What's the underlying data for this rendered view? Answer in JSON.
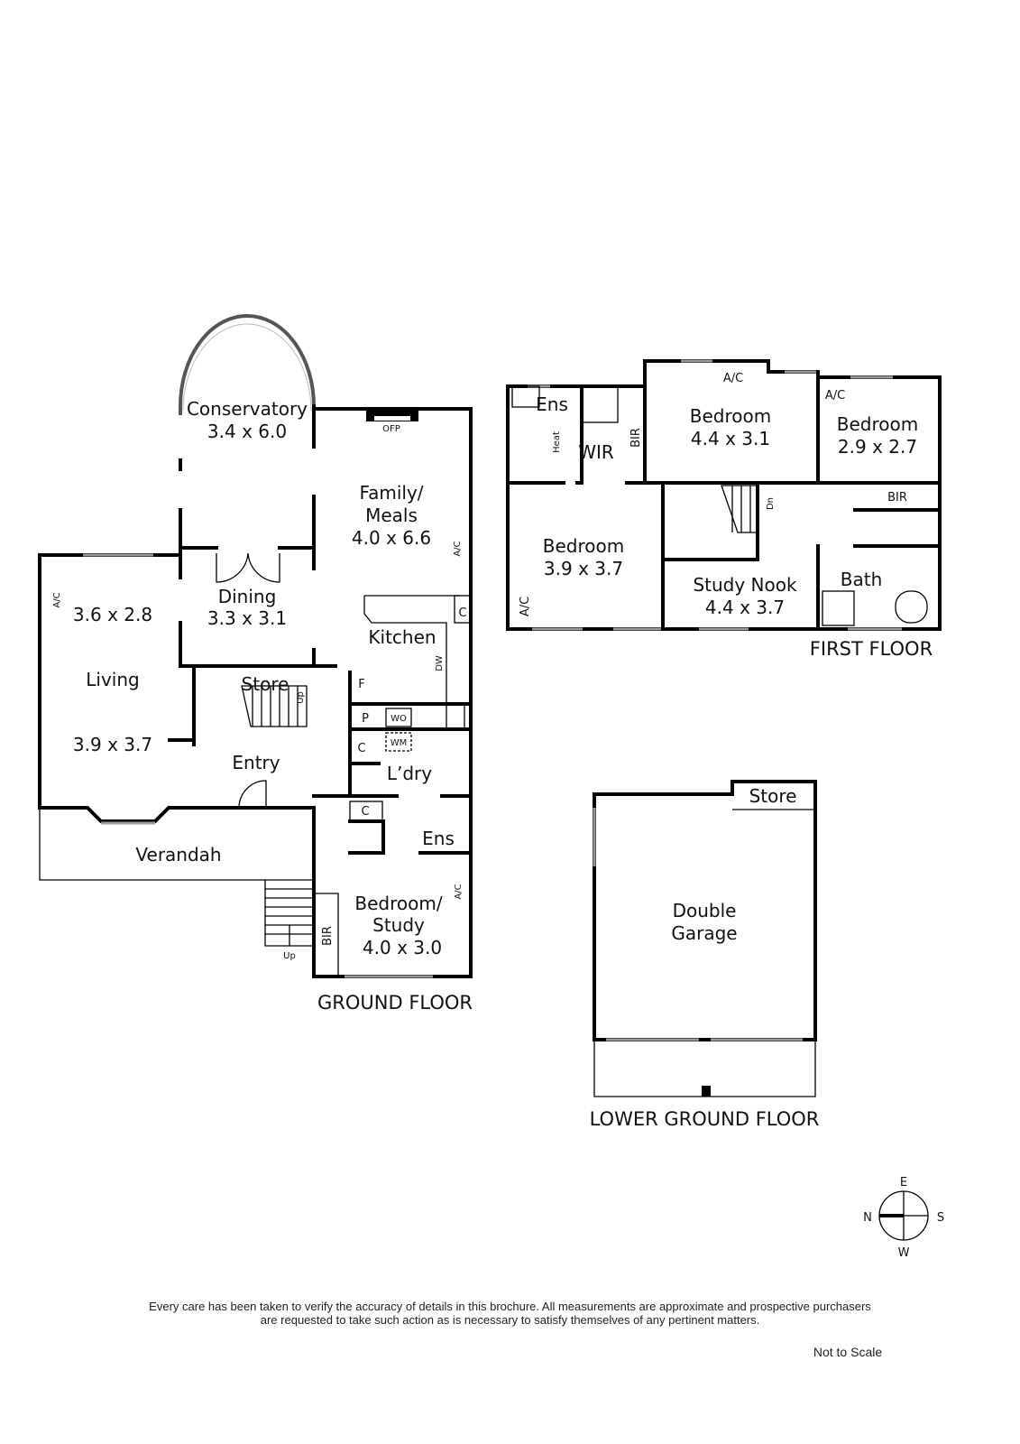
{
  "ground_floor": {
    "title": "GROUND FLOOR",
    "rooms": {
      "conservatory": {
        "name": "Conservatory",
        "size": "3.4 x 6.0"
      },
      "family": {
        "name_1": "Family/",
        "name_2": "Meals",
        "size": "4.0 x 6.6"
      },
      "living": {
        "name": "Living",
        "size_1": "3.6 x 2.8",
        "size_2": "3.9 x 3.7"
      },
      "dining": {
        "name": "Dining",
        "size": "3.3 x 3.1"
      },
      "kitchen": {
        "name": "Kitchen"
      },
      "store": {
        "name": "Store"
      },
      "entry": {
        "name": "Entry"
      },
      "laundry": {
        "name": "L’dry"
      },
      "verandah": {
        "name": "Verandah"
      },
      "ensuite": {
        "name": "Ens"
      },
      "bedroom_study": {
        "name_1": "Bedroom/",
        "name_2": "Study",
        "size": "4.0 x 3.0"
      }
    },
    "fixtures": {
      "ofp": "OFP",
      "ac": "A/C",
      "dw": "DW",
      "f": "F",
      "p": "P",
      "wo": "WO",
      "wm": "WM",
      "c": "C",
      "bir": "BIR",
      "up": "Up"
    }
  },
  "first_floor": {
    "title": "FIRST FLOOR",
    "rooms": {
      "ensuite": {
        "name": "Ens"
      },
      "wir": {
        "name": "WIR"
      },
      "bedroom_1": {
        "name": "Bedroom",
        "size": "4.4 x 3.1"
      },
      "bedroom_2": {
        "name": "Bedroom",
        "size": "2.9 x 2.7"
      },
      "bedroom_3": {
        "name": "Bedroom",
        "size": "3.9 x 3.7"
      },
      "study_nook": {
        "name": "Study Nook",
        "size": "4.4 x 3.7"
      },
      "bath": {
        "name": "Bath"
      }
    },
    "fixtures": {
      "heat": "Heat",
      "bir": "BIR",
      "ac": "A/C",
      "dn": "Dn"
    }
  },
  "lower_ground_floor": {
    "title": "LOWER GROUND FLOOR",
    "rooms": {
      "garage": {
        "name_1": "Double",
        "name_2": "Garage"
      },
      "store": {
        "name": "Store"
      }
    }
  },
  "compass": {
    "n": "N",
    "e": "E",
    "s": "S",
    "w": "W"
  },
  "disclaimer": {
    "line_1": "Every care has been taken to verify the accuracy of details in this brochure. All measurements are approximate and prospective purchasers",
    "line_2": "are requested to take such action as is necessary to satisfy themselves of any pertinent matters.",
    "scale": "Not to Scale"
  }
}
